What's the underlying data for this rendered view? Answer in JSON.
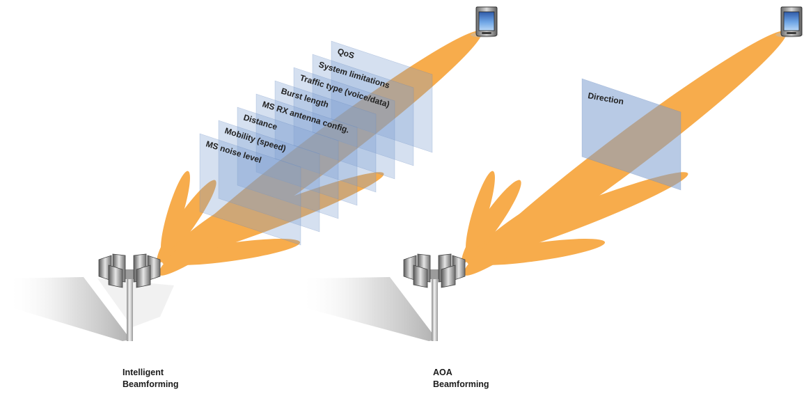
{
  "left_panel": {
    "parameter_labels": [
      "QoS",
      "System limitations",
      "Traffic type (voice/data)",
      "Burst length",
      "MS RX antenna config.",
      "Distance",
      "Mobility (speed)",
      "MS noise level"
    ],
    "caption_line1": "Intelligent",
    "caption_line2": "Beamforming"
  },
  "right_panel": {
    "parameter_labels": [
      "Direction"
    ],
    "caption_line1": "AOA",
    "caption_line2": "Beamforming"
  },
  "colors": {
    "beam": "#f7a134",
    "beam_core": "#f28a16",
    "plane": "#7d9fd0",
    "plane_edge": "#5f82bb",
    "pole": "#bdbdbd",
    "shadow": "#9a9a9a",
    "text": "#222222"
  },
  "icons": [
    "base-station-antenna-icon",
    "mobile-phone-icon"
  ]
}
